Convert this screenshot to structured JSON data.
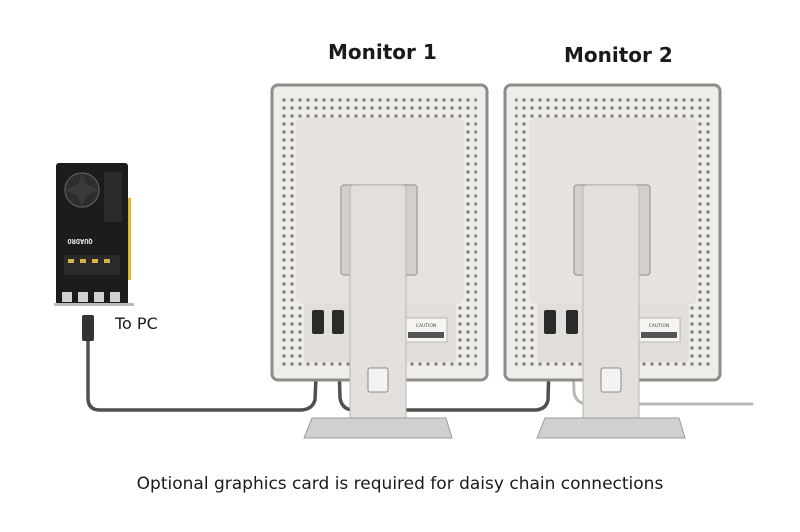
{
  "monitors": [
    {
      "label": "Monitor 1"
    },
    {
      "label": "Monitor 2"
    }
  ],
  "gpu": {
    "brand": "QUADRO",
    "label": "To PC"
  },
  "caution_text": "CAUTION",
  "caption": "Optional graphics card is required for daisy chain connections",
  "colors": {
    "monitor_body": "#efedea",
    "monitor_inner": "#e6e3df",
    "bezel": "#8f8c88",
    "vent": "#8a8784",
    "stand": "#e3e0dc",
    "base": "#cfd0d2",
    "cable": "#505050",
    "gpu_board": "#1c1c1c",
    "gold": "#d9b24a",
    "text": "#1a1a1a"
  }
}
